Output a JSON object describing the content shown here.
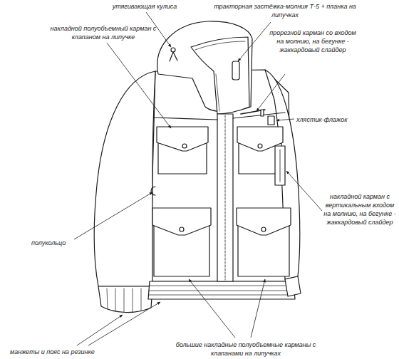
{
  "diagram": {
    "labels": [
      "утягивающая кулиса",
      "тракторная застёжка-молния Т-5 + планка на липучках",
      "накладной полуобъемный карман с клапаном на липучке",
      "прорезной карман со входом на молнию, на бегунке - жаккардовый слайдер",
      "хлястик-флажок",
      "накладной карман с вертикальным входом на молнию, на бегунке - жаккардовый слайдер",
      "полукольцо",
      "большие накладные полуобъемные карманы с клапанами на липучках",
      "манжеты и пояс на резинке"
    ]
  }
}
